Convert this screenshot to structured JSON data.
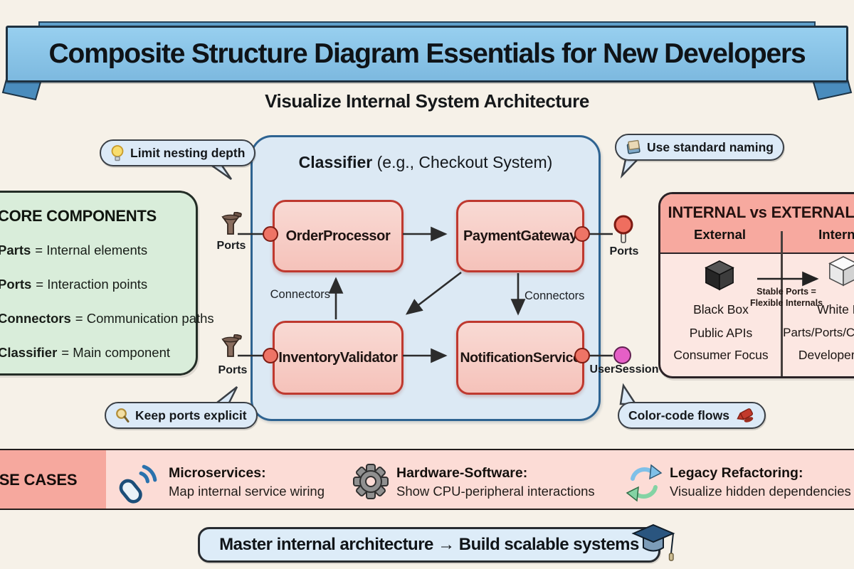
{
  "banner": {
    "title": "Composite Structure Diagram Essentials for New Developers",
    "subtitle": "Visualize Internal System Architecture"
  },
  "tips": [
    {
      "icon": "lightbulb-icon",
      "label": "Limit nesting depth"
    },
    {
      "icon": "book-icon",
      "label": "Use standard naming"
    },
    {
      "icon": "magnifier-icon",
      "label": "Keep ports explicit"
    },
    {
      "icon": "crayon-icon",
      "label": "Color-code flows"
    }
  ],
  "core_components": {
    "title": "CORE COMPONENTS",
    "items": [
      {
        "term": "Parts",
        "def": "= Internal elements"
      },
      {
        "term": "Ports",
        "def": "= Interaction points"
      },
      {
        "term": "Connectors",
        "def": "= Communication paths"
      },
      {
        "term": "Classifier",
        "def": "= Main component"
      }
    ]
  },
  "classifier": {
    "title_bold": "Classifier",
    "title_rest": " (e.g., Checkout System)",
    "parts": [
      "OrderProcessor",
      "PaymentGateway",
      "InventoryValidator",
      "NotificationService"
    ],
    "connector_labels": [
      "Connectors",
      "Connectors"
    ],
    "port_labels": [
      "Ports",
      "Ports",
      "Ports"
    ],
    "session_label": "UserSession"
  },
  "comparison": {
    "title": "INTERNAL vs EXTERNAL VIEW",
    "columns": [
      "External",
      "Internal"
    ],
    "external": [
      "Black Box",
      "Public APIs",
      "Consumer Focus"
    ],
    "internal": [
      "White Box",
      "Parts/Ports/Connectors",
      "Developer Focus"
    ],
    "bridge": [
      "Stable Ports =",
      "Flexible Internals"
    ],
    "icons": [
      "black-box-cube-icon",
      "white-box-cube-icon"
    ]
  },
  "use_cases": {
    "title": "USE CASES",
    "items": [
      {
        "icon": "microservices-link-icon",
        "heading": "Microservices:",
        "description": "Map internal service wiring"
      },
      {
        "icon": "gear-icon",
        "heading": "Hardware-Software:",
        "description": "Show CPU-peripheral interactions"
      },
      {
        "icon": "refresh-cycle-icon",
        "heading": "Legacy Refactoring:",
        "description": "Visualize hidden dependencies"
      }
    ]
  },
  "footer": {
    "text": "Master internal architecture → Build scalable systems",
    "icon": "graduation-cap-icon"
  },
  "colors": {
    "background": "#f6f1e8",
    "ribbon_blue": "#86c5e9",
    "classifier_fill": "#dce9f4",
    "classifier_border": "#2e6391",
    "part_fill": "#f7cdc6",
    "part_border": "#bf392f",
    "port_fill": "#ee7466",
    "usersession_pink": "#e55fc6",
    "green_panel": "#d9edda",
    "panel_header_salmon": "#f7a99f",
    "panel_body_pink": "#fce7e2",
    "bubble_blue": "#dceaf7",
    "usecases_body": "#fcdcd6",
    "footer_blue": "#ddecf8"
  }
}
